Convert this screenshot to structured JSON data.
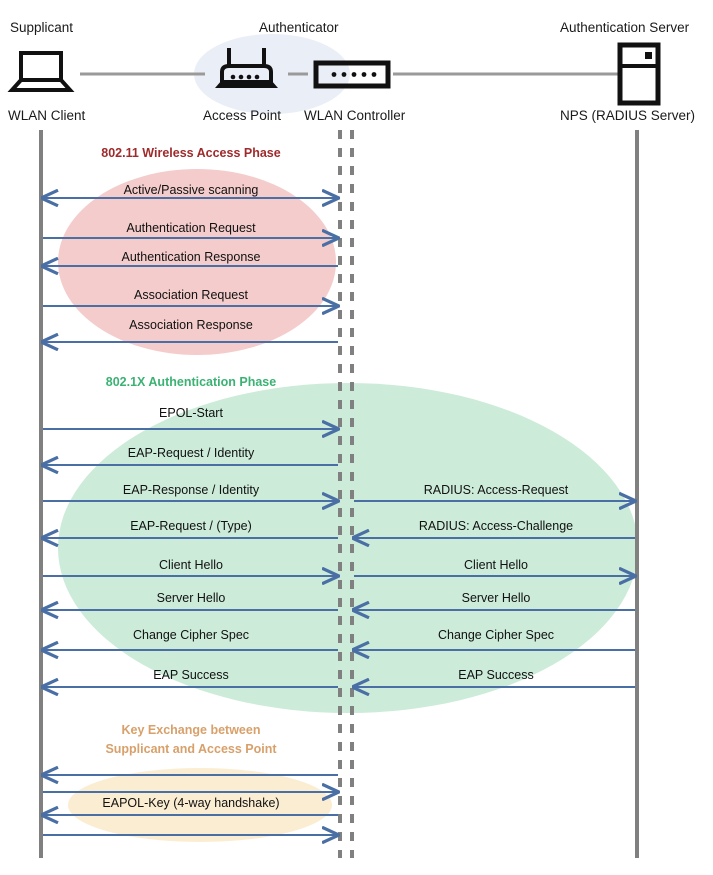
{
  "title": "802.1X / EAP WLAN authentication sequence diagram",
  "roles": [
    {
      "id": "supplicant",
      "role_label": "Supplicant",
      "device_label": "WLAN Client",
      "icon": "laptop-icon"
    },
    {
      "id": "authenticator",
      "role_label": "Authenticator",
      "device_label": "Access Point",
      "icon": "wireless-access-point-icon"
    },
    {
      "id": "controller",
      "role_label": "",
      "device_label": "WLAN Controller",
      "icon": "wlan-controller-icon"
    },
    {
      "id": "authserver",
      "role_label": "Authentication Server",
      "device_label": "NPS (RADIUS Server)",
      "icon": "server-icon"
    }
  ],
  "phases": [
    {
      "id": "phase-80211",
      "label": "802.11 Wireless Access Phase",
      "color": "#9e2a2b",
      "ellipse_color": "#f3c9c9"
    },
    {
      "id": "phase-8021x",
      "label": "802.1X Authentication Phase",
      "color": "#3bb273",
      "ellipse_color": "#c9ead7"
    },
    {
      "id": "phase-keyexchange",
      "label": "Key Exchange between\nSupplicant and Access Point",
      "label_line1": "Key Exchange between",
      "label_line2": "Supplicant and Access Point",
      "color": "#d8a06a",
      "ellipse_color": "#fbecd0"
    }
  ],
  "messages_left": [
    {
      "text": "Active/Passive scanning",
      "direction": "both",
      "phase": "phase-80211"
    },
    {
      "text": "Authentication Request",
      "direction": "right",
      "phase": "phase-80211"
    },
    {
      "text": "Authentication Response",
      "direction": "left",
      "phase": "phase-80211"
    },
    {
      "text": "Association Request",
      "direction": "right",
      "phase": "phase-80211"
    },
    {
      "text": "Association Response",
      "direction": "left",
      "phase": "phase-80211"
    },
    {
      "text": "EPOL-Start",
      "direction": "right",
      "phase": "phase-8021x"
    },
    {
      "text": "EAP-Request / Identity",
      "direction": "left",
      "phase": "phase-8021x"
    },
    {
      "text": "EAP-Response / Identity",
      "direction": "right",
      "phase": "phase-8021x"
    },
    {
      "text": "EAP-Request / (Type)",
      "direction": "left",
      "phase": "phase-8021x"
    },
    {
      "text": "Client Hello",
      "direction": "right",
      "phase": "phase-8021x"
    },
    {
      "text": "Server Hello",
      "direction": "left",
      "phase": "phase-8021x"
    },
    {
      "text": "Change Cipher Spec",
      "direction": "left",
      "phase": "phase-8021x"
    },
    {
      "text": "EAP Success",
      "direction": "left",
      "phase": "phase-8021x"
    },
    {
      "text": "",
      "direction": "left",
      "phase": "phase-keyexchange"
    },
    {
      "text": "",
      "direction": "right",
      "phase": "phase-keyexchange"
    },
    {
      "text": "EAPOL-Key (4-way handshake)",
      "direction": "left",
      "phase": "phase-keyexchange"
    },
    {
      "text": "",
      "direction": "right",
      "phase": "phase-keyexchange"
    }
  ],
  "messages_right": [
    {
      "text": "RADIUS: Access-Request",
      "direction": "right",
      "phase": "phase-8021x"
    },
    {
      "text": "RADIUS: Access-Challenge",
      "direction": "left",
      "phase": "phase-8021x"
    },
    {
      "text": "Client Hello",
      "direction": "right",
      "phase": "phase-8021x"
    },
    {
      "text": "Server Hello",
      "direction": "left",
      "phase": "phase-8021x"
    },
    {
      "text": "Change Cipher Spec",
      "direction": "left",
      "phase": "phase-8021x"
    },
    {
      "text": "EAP Success",
      "direction": "left",
      "phase": "phase-8021x"
    }
  ],
  "colors": {
    "arrow": "#4a6fa5",
    "lifeline": "#808080",
    "link": "#9a9a9a",
    "authenticator_ellipse": "#eaeef7",
    "icon": "#111111"
  }
}
